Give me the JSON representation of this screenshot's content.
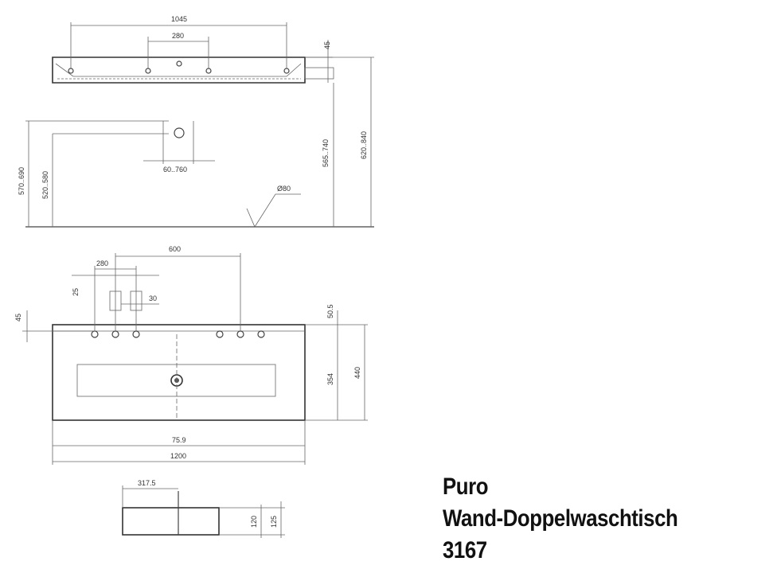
{
  "title_block": {
    "series": "Puro",
    "product": "Wand-Doppelwaschtisch",
    "model": "3167"
  },
  "dimensions": {
    "top_width": "1045",
    "top_spacing": "280",
    "top_thickness": "45",
    "side_total_height": "620..840",
    "side_mount_height": "565..740",
    "side_left_outer": "570..690",
    "side_left_inner": "520..580",
    "side_drain_offset": "60..760",
    "side_overflow": "Ø80",
    "front_holes_spacing": "600",
    "front_left_spacing": "280",
    "front_left_small": "25",
    "front_gap": "30",
    "front_edge": "45",
    "front_right_top": "50.5",
    "front_depth_inner": "354",
    "front_depth_outer": "440",
    "front_inner_width": "75.9",
    "front_total_width": "1200",
    "bottom_width": "317.5",
    "bottom_height_inner": "120",
    "bottom_height_outer": "125"
  }
}
